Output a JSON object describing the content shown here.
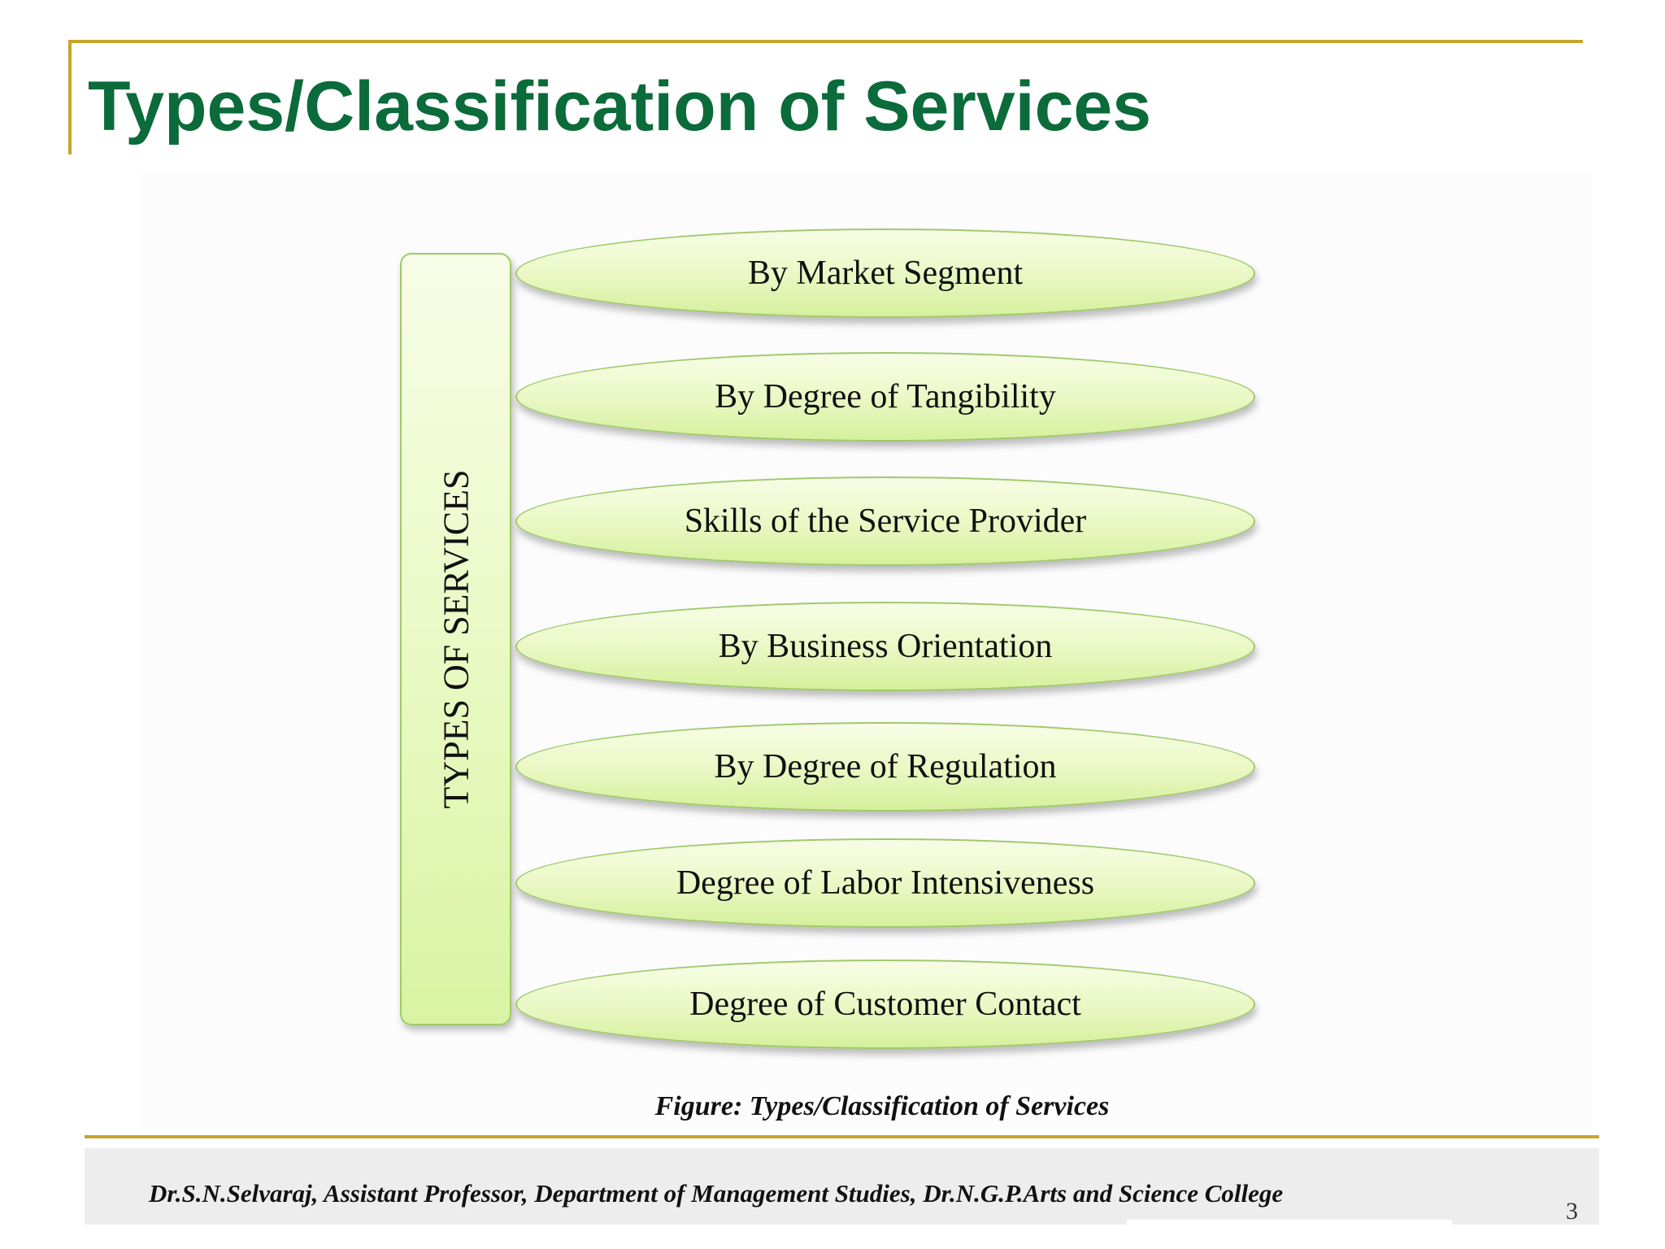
{
  "slide": {
    "title": "Types/Classification of Services",
    "page_number": "3"
  },
  "diagram": {
    "root_label": "TYPES OF SERVICES",
    "items": [
      {
        "label": "By Market Segment"
      },
      {
        "label": "By Degree of Tangibility"
      },
      {
        "label": "Skills of the Service Provider"
      },
      {
        "label": "By Business Orientation"
      },
      {
        "label": "By Degree of Regulation"
      },
      {
        "label": "Degree of Labor Intensiveness"
      },
      {
        "label": "Degree of Customer Contact"
      }
    ],
    "caption": "Figure:  Types/Classification of Services"
  },
  "footer": {
    "text": "Dr.S.N.Selvaraj, Assistant Professor, Department of Management Studies, Dr.N.G.P.Arts and Science College"
  },
  "colors": {
    "title": "#0b6b3a",
    "rule": "#c8a42a",
    "shape_fill": "#e9f9c2",
    "shape_border": "#9fc96a"
  }
}
